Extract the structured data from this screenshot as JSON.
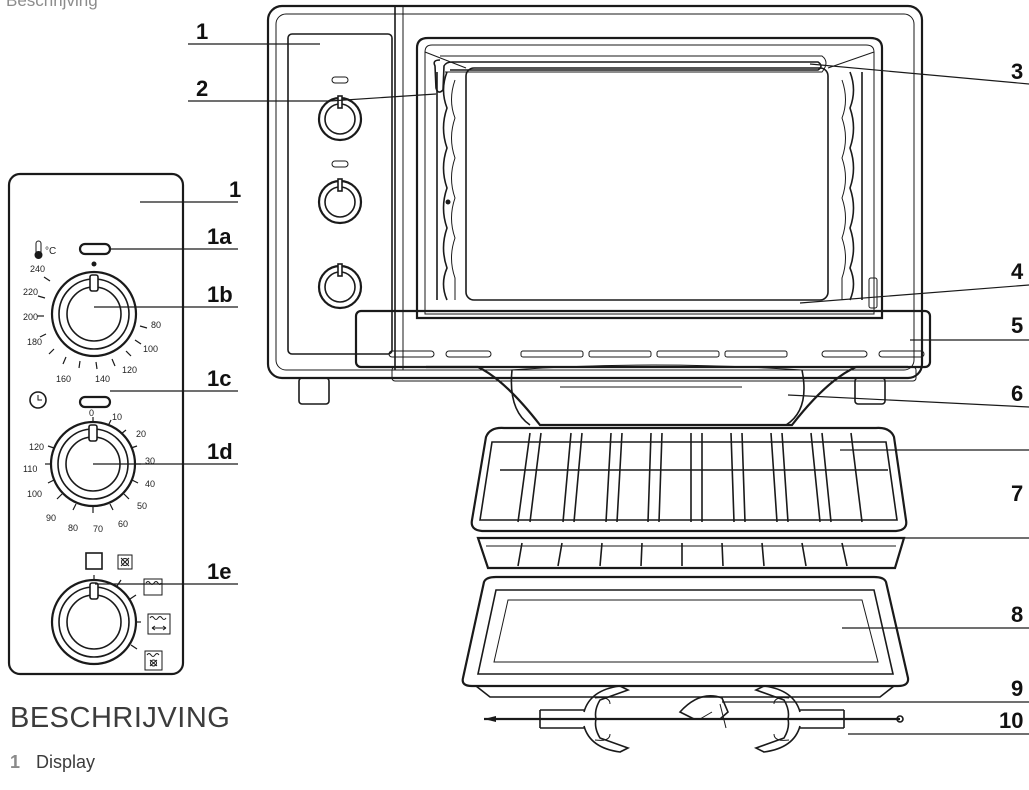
{
  "callouts": {
    "c1_top": "1",
    "c2": "2",
    "c3": "3",
    "c1_panel": "1",
    "c1a": "1a",
    "c1b": "1b",
    "c1c": "1c",
    "c1d": "1d",
    "c1e": "1e",
    "c4": "4",
    "c5": "5",
    "c6": "6",
    "c7": "7",
    "c8": "8",
    "c9": "9",
    "c10": "10"
  },
  "panel": {
    "temp_unit": "°C"
  },
  "temperature_scale": [
    "240",
    "220",
    "200",
    "180",
    "160",
    "140",
    "120",
    "100",
    "80"
  ],
  "timer_scale": [
    "0",
    "10",
    "20",
    "30",
    "40",
    "50",
    "60",
    "70",
    "80",
    "90",
    "100",
    "110",
    "120"
  ],
  "description": {
    "heading": "BESCHRIJVING",
    "item_number": "1",
    "item_label": "Display"
  },
  "top_fragment": "Beschrijving"
}
